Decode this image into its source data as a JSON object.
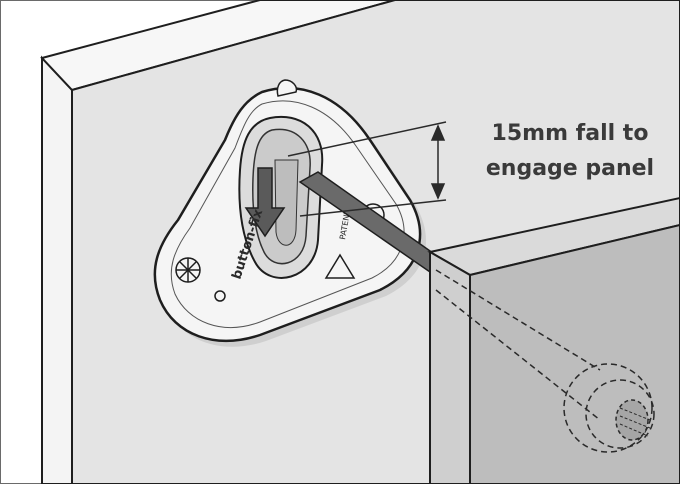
{
  "callout": {
    "line1": "15mm fall to",
    "line2": "engage panel"
  },
  "bracket": {
    "brand": "button-fix",
    "patent": "PATENTED"
  },
  "colors": {
    "background_panel": "#e6e6e6",
    "panel_edge": "#f2f2f2",
    "front_panel": "#bdbdbd",
    "front_panel_top": "#d4d4d4",
    "bracket": "#f4f4f4",
    "outline": "#1e1e1e",
    "text": "#3a3a3a"
  },
  "icons": [
    "down-arrow-icon",
    "screw-icon",
    "recycle-icon"
  ]
}
